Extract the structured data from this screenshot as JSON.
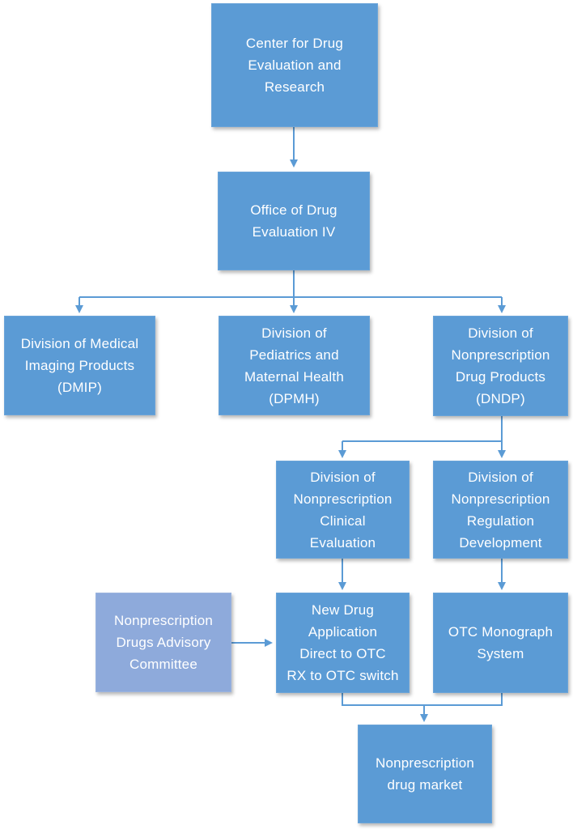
{
  "diagram": {
    "type": "org-chart",
    "colors": {
      "node_fill": "#5b9bd5",
      "advisory_fill": "#8eaadb",
      "connector": "#5b9bd5",
      "text": "#ffffff"
    },
    "nodes": {
      "cder": "Center for Drug\nEvaluation and\nResearch",
      "ode4": "Office  of Drug\nEvaluation IV",
      "dmip": "Division of Medical\nImaging Products\n(DMIP)",
      "dpmh": "Division of\nPediatrics and\nMaternal Health\n(DPMH)",
      "dndp": "Division of\nNonprescription\nDrug Products\n(DNDP)",
      "dnce": "Division of\nNonprescription\nClinical\nEvaluation",
      "dnrd": "Division of\nNonprescription\nRegulation\nDevelopment",
      "advisory": "Nonprescription\nDrugs Advisory\nCommittee",
      "nda": "New Drug\nApplication\nDirect to OTC\nRX to OTC switch",
      "monograph": "OTC Monograph\nSystem",
      "market": "Nonprescription\ndrug market"
    },
    "edges": [
      {
        "from": "cder",
        "to": "ode4"
      },
      {
        "from": "ode4",
        "to": "dmip"
      },
      {
        "from": "ode4",
        "to": "dpmh"
      },
      {
        "from": "ode4",
        "to": "dndp"
      },
      {
        "from": "dndp",
        "to": "dnce"
      },
      {
        "from": "dndp",
        "to": "dnrd"
      },
      {
        "from": "dnce",
        "to": "nda"
      },
      {
        "from": "dnrd",
        "to": "monograph"
      },
      {
        "from": "advisory",
        "to": "nda"
      },
      {
        "from": "nda",
        "to": "market"
      },
      {
        "from": "monograph",
        "to": "market"
      }
    ]
  }
}
